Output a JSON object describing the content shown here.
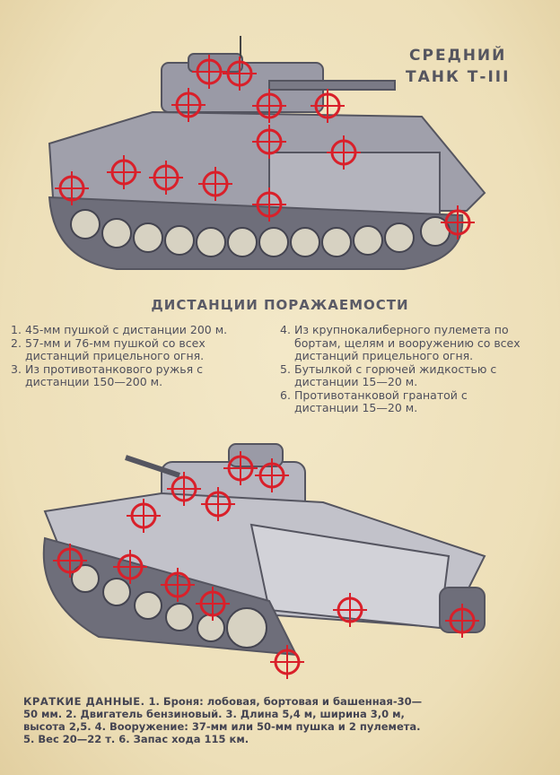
{
  "title": {
    "line1": "СРЕДНИЙ",
    "line2": "ТАНК Т-III"
  },
  "heading": "ДИСТАНЦИИ ПОРАЖАЕМОСТИ",
  "distances_left": [
    {
      "num": "1.",
      "text": "45-мм пушкой с дистанции 200 м."
    },
    {
      "num": "2.",
      "text": "57-мм и 76-мм пушкой со всех дистанций прицельного огня."
    },
    {
      "num": "3.",
      "text": "Из противотанкового ружья с дистанции 150—200 м."
    }
  ],
  "distances_right": [
    {
      "num": "4.",
      "text": "Из крупнокалиберного пулемета по бортам, щелям и вооружению со всех дистанций прицельного огня."
    },
    {
      "num": "5.",
      "text": "Бутылкой с горючей жидкостью с дистанции 15—20 м."
    },
    {
      "num": "6.",
      "text": "Противотанковой гранатой с дистанции 15—20 м."
    }
  ],
  "brief": {
    "lead": "КРАТКИЕ ДАННЫЕ.",
    "text": "1. Броня: лобовая, бортовая и башенная-30—50 мм. 2. Двигатель бензиновый. 3. Длина 5,4 м, ширина 3,0 м, высота 2,5. 4. Вооружение: 37-мм или 50-мм пушка и 2 пулемета. 5. Вес 20—22 т. 6. Запас хода 115 км."
  },
  "colors": {
    "ink": "#55555f",
    "target": "#d9202a",
    "paper": "#efe3c0"
  }
}
